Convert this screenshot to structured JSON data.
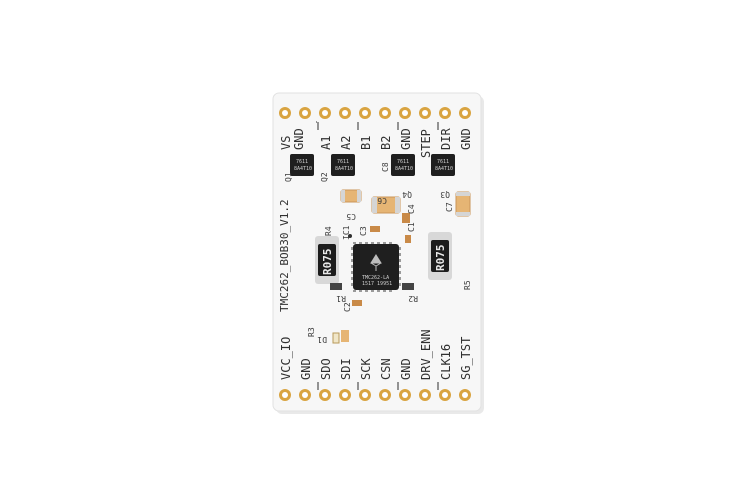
{
  "board": {
    "name": "TMC262_BOB30_V1.2",
    "ic_marking_1": "TMC262-LA",
    "ic_marking_2": "1517 19951",
    "resistor_marking": "R075"
  },
  "top_pins": [
    "VS",
    "GND",
    "A1",
    "A2",
    "B1",
    "B2",
    "GND",
    "STEP",
    "DIR",
    "GND"
  ],
  "bottom_pins": [
    "VCC_IO",
    "GND",
    "SDO",
    "SDI",
    "SCK",
    "CSN",
    "GND",
    "DRV_ENN",
    "CLK16",
    "SG_TST"
  ],
  "designators": {
    "Q1": "Q1",
    "Q2": "Q2",
    "Q3": "Q3",
    "Q4": "Q4",
    "C1": "C1",
    "C2": "C2",
    "C3": "C3",
    "C4": "C4",
    "C5": "C5",
    "C6": "C6",
    "C7": "C7",
    "C8": "C8",
    "R1": "R1",
    "R2": "R2",
    "R3": "R3",
    "R4": "R4",
    "R5": "R5",
    "IC1": "IC1",
    "D1": "D1"
  },
  "colors": {
    "board": "#f7f7f7",
    "pad": "#d9a441",
    "pad_hole": "#ffffff",
    "silkscreen": "#2f2f2f",
    "chip": "#1f1f1f",
    "capacitor": "#e6b574",
    "resistor_body": "#1c1c1c"
  }
}
